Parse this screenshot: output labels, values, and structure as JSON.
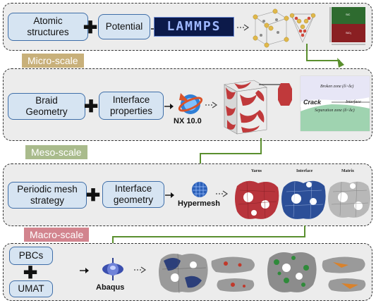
{
  "micro": {
    "box1": [
      "Atomic",
      "structures"
    ],
    "box2": "Potential",
    "logo": "LAMMPS",
    "label": "Micro-scale"
  },
  "meso": {
    "box1": [
      "Braid",
      "Geometry"
    ],
    "box2": [
      "Interface",
      "properties"
    ],
    "tool": "NX 10.0",
    "crack": "Crack",
    "interface": "Interface",
    "broken_zone": "Broken zone (δ>δc)",
    "separation_zone": "Separation zone (δ<δc)",
    "label": "Meso-scale"
  },
  "macro": {
    "box1": [
      "Periodic mesh",
      "strategy"
    ],
    "box2": [
      "Interface",
      "geometry"
    ],
    "tool": "Hypermesh",
    "yarns": "Yarns",
    "interface": "Interface",
    "matrix": "Matrix",
    "label": "Macro-scale"
  },
  "bottom": {
    "box1": "PBCs",
    "box2": "UMAT",
    "tool": "Abaqus"
  },
  "colors": {
    "panel_bg": "#ececec",
    "box_fill": "#d6e4f2",
    "box_border": "#3f6ea8",
    "micro_label": "#c8b07a",
    "meso_label": "#a9bb8c",
    "macro_label": "#d2848e",
    "flow_arrow": "#5a8f2e"
  }
}
